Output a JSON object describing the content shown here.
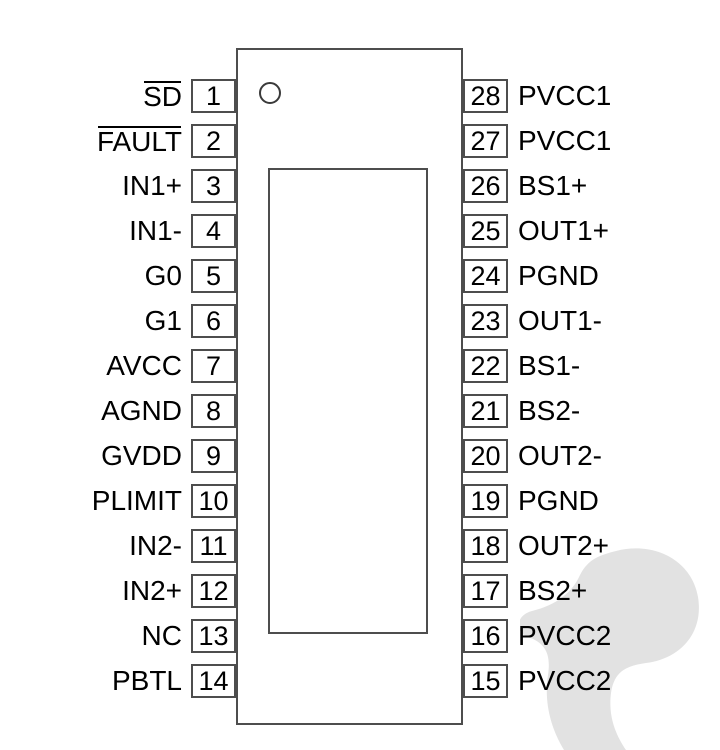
{
  "diagram": {
    "type": "ic-pinout",
    "package_marker": "pin1-index-circle",
    "colors": {
      "outline": "#4d4d4d",
      "text": "#000000",
      "background": "#ffffff",
      "watermark": "#e2e2e2"
    },
    "pin_count": 28
  },
  "pins_left": [
    {
      "number": "1",
      "label": "SD",
      "overbar": true
    },
    {
      "number": "2",
      "label": "FAULT",
      "overbar": true
    },
    {
      "number": "3",
      "label": "IN1+",
      "overbar": false
    },
    {
      "number": "4",
      "label": "IN1-",
      "overbar": false
    },
    {
      "number": "5",
      "label": "G0",
      "overbar": false
    },
    {
      "number": "6",
      "label": "G1",
      "overbar": false
    },
    {
      "number": "7",
      "label": "AVCC",
      "overbar": false
    },
    {
      "number": "8",
      "label": "AGND",
      "overbar": false
    },
    {
      "number": "9",
      "label": "GVDD",
      "overbar": false
    },
    {
      "number": "10",
      "label": "PLIMIT",
      "overbar": false
    },
    {
      "number": "11",
      "label": "IN2-",
      "overbar": false
    },
    {
      "number": "12",
      "label": "IN2+",
      "overbar": false
    },
    {
      "number": "13",
      "label": "NC",
      "overbar": false
    },
    {
      "number": "14",
      "label": "PBTL",
      "overbar": false
    }
  ],
  "pins_right": [
    {
      "number": "28",
      "label": "PVCC1",
      "overbar": false
    },
    {
      "number": "27",
      "label": "PVCC1",
      "overbar": false
    },
    {
      "number": "26",
      "label": "BS1+",
      "overbar": false
    },
    {
      "number": "25",
      "label": "OUT1+",
      "overbar": false
    },
    {
      "number": "24",
      "label": "PGND",
      "overbar": false
    },
    {
      "number": "23",
      "label": "OUT1-",
      "overbar": false
    },
    {
      "number": "22",
      "label": "BS1-",
      "overbar": false
    },
    {
      "number": "21",
      "label": "BS2-",
      "overbar": false
    },
    {
      "number": "20",
      "label": "OUT2-",
      "overbar": false
    },
    {
      "number": "19",
      "label": "PGND",
      "overbar": false
    },
    {
      "number": "18",
      "label": "OUT2+",
      "overbar": false
    },
    {
      "number": "17",
      "label": "BS2+",
      "overbar": false
    },
    {
      "number": "16",
      "label": "PVCC2",
      "overbar": false
    },
    {
      "number": "15",
      "label": "PVCC2",
      "overbar": false
    }
  ]
}
